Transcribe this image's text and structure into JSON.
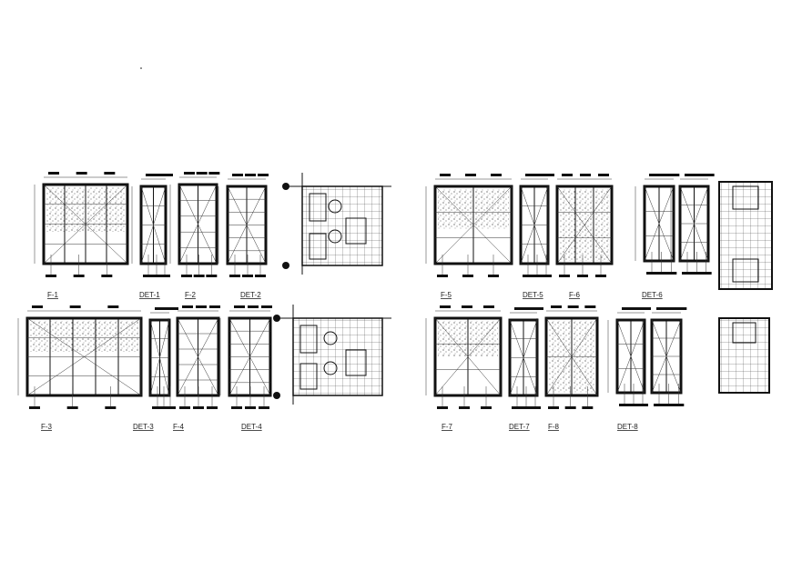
{
  "drawing": {
    "labels": {
      "f1": "F-1",
      "det1": "DET-1",
      "f2": "F-2",
      "det2": "DET-2",
      "f3": "F-3",
      "det3": "DET-3",
      "f4": "F-4",
      "det4": "DET-4",
      "f5": "F-5",
      "det5": "DET-5",
      "f6": "F-6",
      "det6": "DET-6",
      "f7": "F-7",
      "det7": "DET-7",
      "f8": "F-8",
      "det8": "DET-8"
    },
    "line_color": "#111111",
    "background": "#ffffff"
  }
}
